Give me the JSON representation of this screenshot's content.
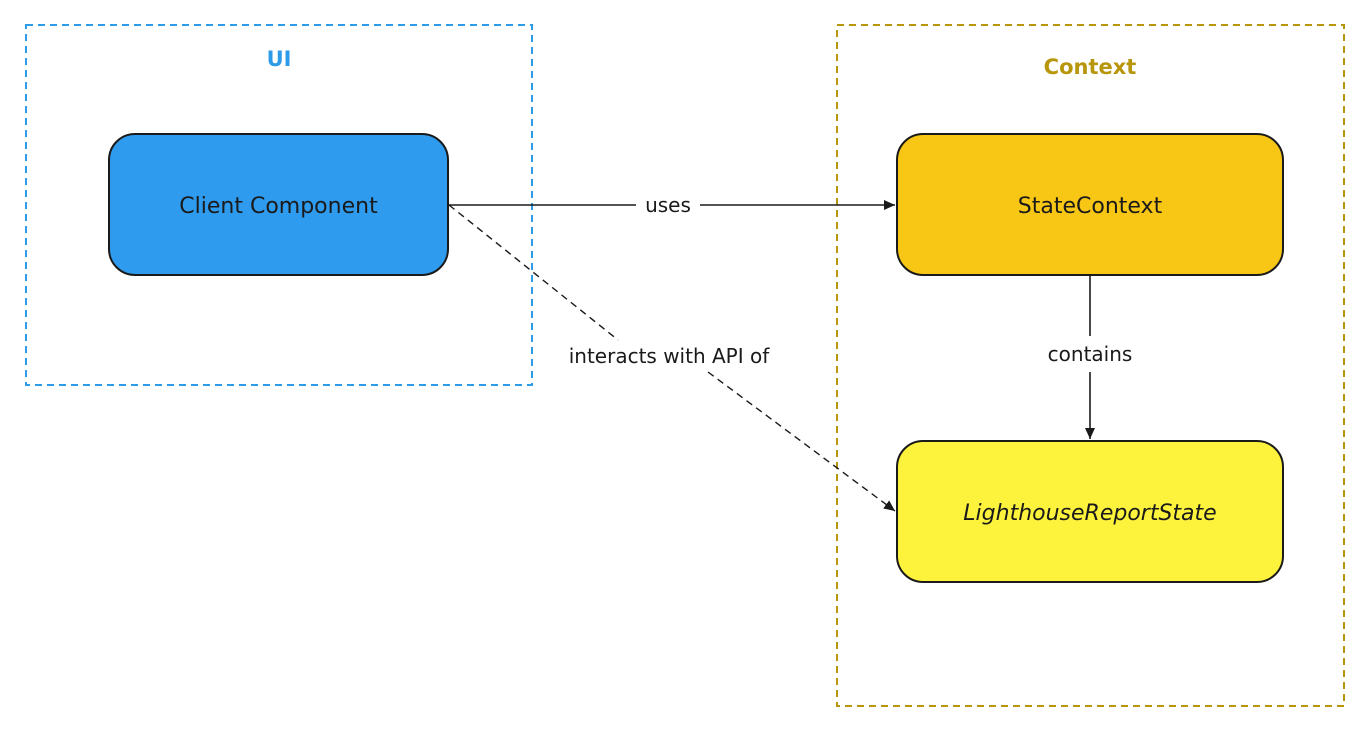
{
  "groups": {
    "ui": {
      "title": "UI",
      "color": "#2e9be8"
    },
    "context": {
      "title": "Context",
      "color": "#b8960c"
    }
  },
  "nodes": {
    "client_component": {
      "label": "Client Component",
      "fill": "#2e9bee"
    },
    "state_context": {
      "label": "StateContext",
      "fill": "#f8c614"
    },
    "lighthouse_report_state": {
      "label": "LighthouseReportState",
      "fill": "#fef33c"
    }
  },
  "edges": {
    "uses": {
      "label": "uses",
      "style": "solid"
    },
    "contains": {
      "label": "contains",
      "style": "solid"
    },
    "interacts": {
      "label": "interacts with API of",
      "style": "dashed"
    }
  }
}
